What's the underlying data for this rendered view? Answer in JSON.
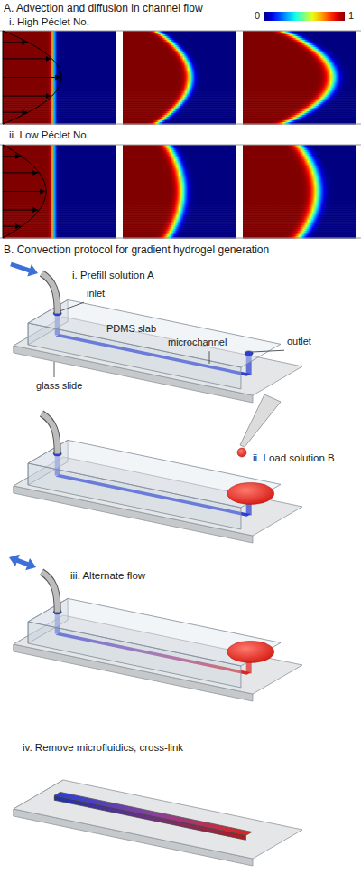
{
  "diagram": {
    "labels": [
      "A. Advection and diffusion in channel flow",
      "i. High Péclet No.",
      "0",
      "1",
      "ii. Low Péclet No.",
      "B. Convection protocol for gradient hydrogel generation",
      "i. Prefill solution A",
      "inlet",
      "PDMS slab",
      "microchannel",
      "outlet",
      "glass slide",
      "ii. Load solution B",
      "iii. Alternate flow",
      "iv. Remove microfluidics, cross-link"
    ]
  }
}
